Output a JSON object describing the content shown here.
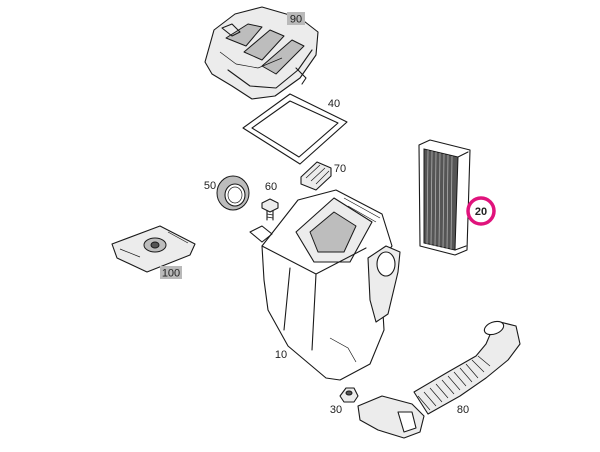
{
  "parts": [
    {
      "id": "90",
      "label": "90",
      "style": "boxed"
    },
    {
      "id": "40",
      "label": "40",
      "style": "plain"
    },
    {
      "id": "70",
      "label": "70",
      "style": "plain"
    },
    {
      "id": "50",
      "label": "50",
      "style": "plain"
    },
    {
      "id": "60",
      "label": "60",
      "style": "plain"
    },
    {
      "id": "20",
      "label": "20",
      "style": "highlighted"
    },
    {
      "id": "100",
      "label": "100",
      "style": "boxed"
    },
    {
      "id": "10",
      "label": "10",
      "style": "plain"
    },
    {
      "id": "30",
      "label": "30",
      "style": "plain"
    },
    {
      "id": "80",
      "label": "80",
      "style": "plain"
    }
  ],
  "colors": {
    "highlight": "#e0137c",
    "boxed_label_background": "#b9b9b9",
    "line": "#1a1a1a"
  }
}
